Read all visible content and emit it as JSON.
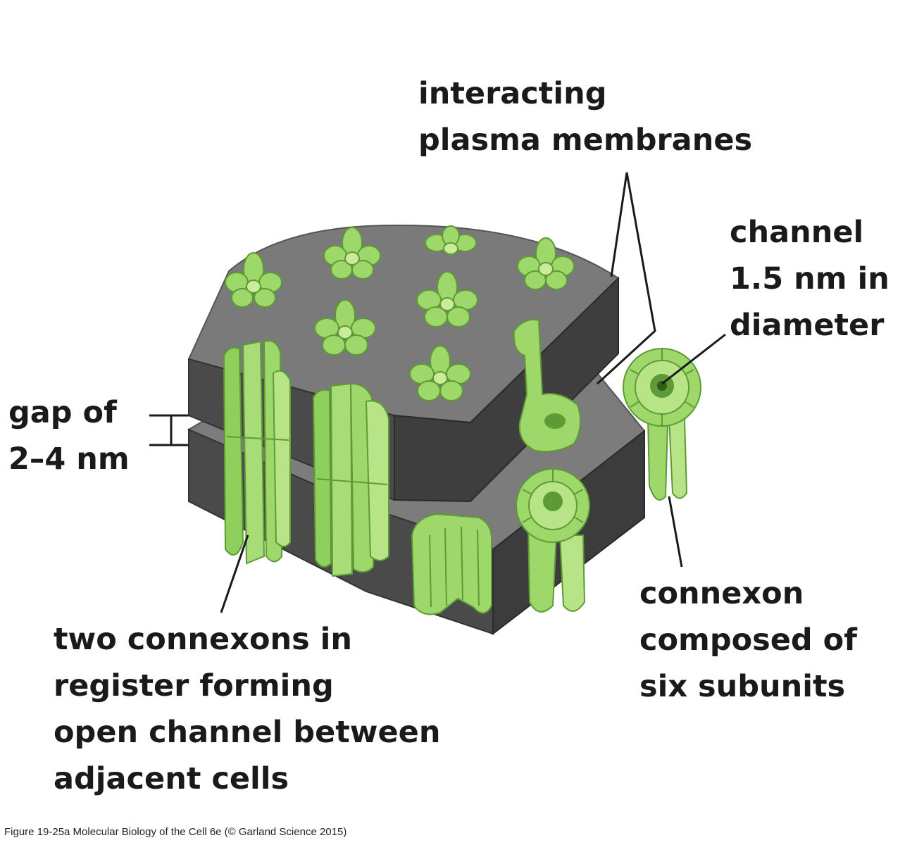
{
  "labels": {
    "membranes": "interacting\nplasma membranes",
    "channel": "channel\n1.5 nm in\ndiameter",
    "gap": "gap of\n2–4 nm",
    "connexon": "connexon\ncomposed of\nsix subunits",
    "two_connexons": "two connexons in\nregister forming\nopen channel between\nadjacent cells"
  },
  "caption": "Figure 19-25a Molecular Biology of the Cell 6e (© Garland Science 2015)",
  "colors": {
    "membrane_top": "#7a7a7a",
    "membrane_side": "#4a4a4a",
    "membrane_dark": "#333333",
    "connexon": "#9fd86a",
    "connexon_light": "#c9ec9a",
    "connexon_dark": "#5e9a36",
    "ink": "#1a1a1a"
  }
}
